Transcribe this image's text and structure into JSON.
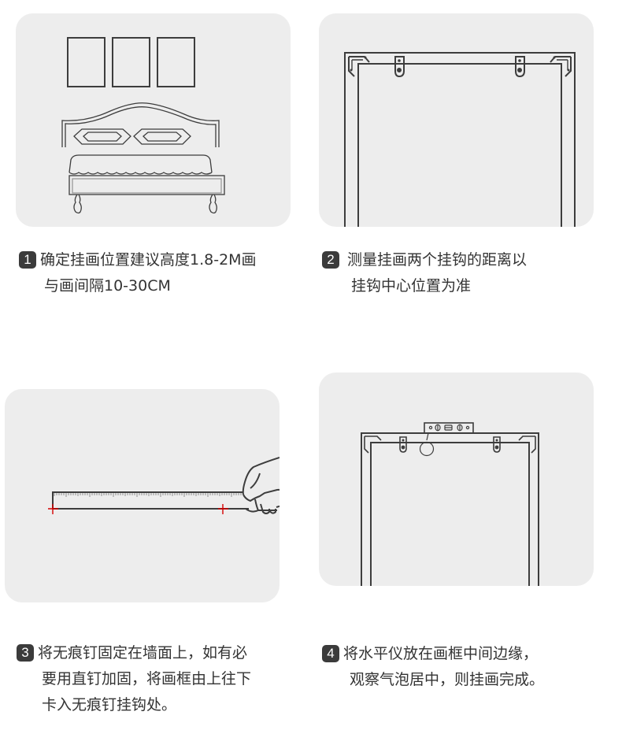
{
  "colors": {
    "panel_bg": "#ededed",
    "line": "#3d3d3d",
    "badge_bg": "#3b3b3b",
    "badge_text": "#ffffff",
    "text": "#333333",
    "mark_red": "#d40000"
  },
  "steps": [
    {
      "number": "1",
      "illustration": "bed-with-three-frames",
      "lines": [
        "确定挂画位置建议高度1.8-2M画",
        "与画间隔10-30CM"
      ]
    },
    {
      "number": "2",
      "illustration": "frame-back-with-two-hooks",
      "lines": [
        "测量挂画两个挂钩的距离以",
        "挂钩中心位置为准"
      ]
    },
    {
      "number": "3",
      "illustration": "hand-holding-ruler-with-marks",
      "lines": [
        "将无痕钉固定在墙面上，如有必",
        "要用直钉加固，将画框由上往下",
        "卡入无痕钉挂钩处。"
      ]
    },
    {
      "number": "4",
      "illustration": "frame-with-spirit-level",
      "lines": [
        "将水平仪放在画框中间边缘，",
        "观察气泡居中，则挂画完成。"
      ]
    }
  ]
}
